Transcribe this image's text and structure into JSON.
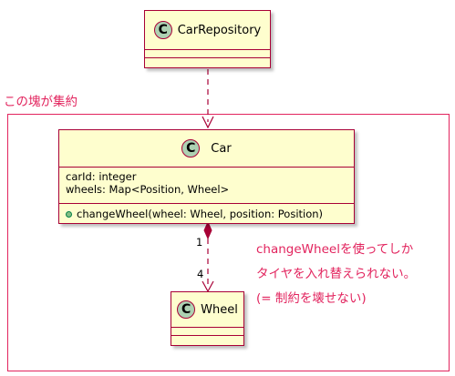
{
  "aggregate": {
    "label": "この塊が集約"
  },
  "classes": {
    "repository": {
      "stereotype": "C",
      "name": "CarRepository"
    },
    "car": {
      "stereotype": "C",
      "name": "Car",
      "attributes": [
        "carId: integer",
        "wheels: Map<Position, Wheel>"
      ],
      "operations": [
        "changeWheel(wheel: Wheel, position: Position)"
      ]
    },
    "wheel": {
      "stereotype": "C",
      "name": "Wheel"
    }
  },
  "relations": {
    "composition": {
      "source_multiplicity": "1",
      "target_multiplicity": "4"
    }
  },
  "note": {
    "lines": [
      "changeWheelを使ってしか",
      "タイヤを入れ替えられない。",
      "(= 制約を壊せない)"
    ]
  },
  "colors": {
    "class_fill": "#FEFECE",
    "border": "#A80036",
    "annotation": "#E2245E",
    "stereotype_circle": "#ADD1B2"
  }
}
